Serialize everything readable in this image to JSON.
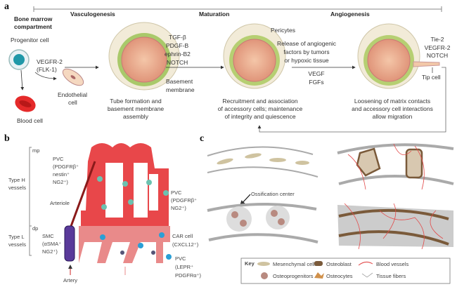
{
  "panel_a": {
    "label": "a",
    "stages": [
      "Vasculogenesis",
      "Maturation",
      "Angiogenesis"
    ],
    "compartment": [
      "Bone marrow",
      "compartment"
    ],
    "progenitor_cell": "Progenitor cell",
    "receptor": [
      "VEGFR-2",
      "(FLK-1)"
    ],
    "endothelial_cell": [
      "Endothelial",
      "cell"
    ],
    "blood_cell": "Blood cell",
    "maturation_factors": [
      "TGF-β",
      "PDGF-B",
      "ephrin-B2",
      "NOTCH"
    ],
    "basement_membrane": [
      "Basement",
      "membrane"
    ],
    "tube_formation": [
      "Tube formation and",
      "basement membrane",
      "assembly"
    ],
    "pericytes": "Pericytes",
    "release": [
      "Release of angiogenic",
      "factors by tumors",
      "or hypoxic tissue"
    ],
    "angio_factors": [
      "VEGF",
      "FGFs"
    ],
    "recruitment": [
      "Recruitment and association",
      "of accessory cells; maintenance",
      "of integrity and quiescence"
    ],
    "tip_factors": [
      "Tie-2",
      "VEGFR-2",
      "NOTCH"
    ],
    "tip_cell": "Tip cell",
    "loosening": [
      "Loosening of matrix contacts",
      "and accessory cell interactions",
      "allow migration"
    ]
  },
  "panel_b": {
    "label": "b",
    "mp": "mp",
    "dp": "dp",
    "type_h": [
      "Type H",
      "vessels"
    ],
    "type_l": [
      "Type L",
      "vessels"
    ],
    "pvc_top": [
      "PVC",
      "(PDGFRβ⁺",
      "nestin⁺",
      "NG2⁺)"
    ],
    "arteriole": "Arteriole",
    "smc": [
      "SMC",
      "(αSMA⁺",
      "NG2⁺)"
    ],
    "artery": "Artery",
    "pvc_right": [
      "PVC",
      "(PDGFRβ⁺",
      "NG2⁺)"
    ],
    "car_cell": [
      "CAR cell",
      "(CXCL12⁺)"
    ],
    "pvc_bottom": [
      "PVC",
      "(LEPR⁺",
      "PDGFRα⁺)"
    ]
  },
  "panel_c": {
    "label": "c",
    "ossification_center": "Ossification center",
    "key": {
      "title": "Key",
      "items": [
        "Mesenchymal cells",
        "Osteoblast",
        "Blood vessels",
        "Osteoprogenitors",
        "Osteocytes",
        "Tissue fibers"
      ]
    }
  },
  "colors": {
    "vessel_red": "#e8474a",
    "vessel_pink": "#e98a8a",
    "pvc_teal": "#6cc2b0",
    "pvc_blue": "#2a9fd6",
    "bone_gray": "#a8a8a8",
    "osteoblast_brown": "#7a5a3a"
  }
}
